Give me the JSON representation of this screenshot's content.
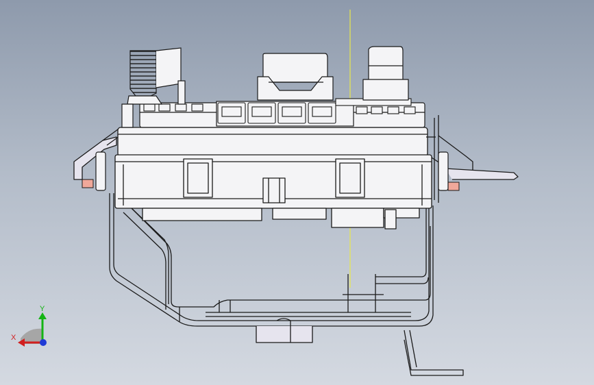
{
  "viewport": {
    "name": "cad-model-viewport",
    "background_top": "#8e9aac",
    "background_bottom": "#d4d9e1",
    "model_outline_color": "#1a1a1a",
    "model_fill_color": "#f4f4f6",
    "bracket_fill_color": "#e6e4ee",
    "axis_line_color": "#e8e84a",
    "grommet_color": "#f0a89a"
  },
  "triad": {
    "x_label": "X",
    "y_label": "Y",
    "x_color": "#d11f1f",
    "y_color": "#14b414",
    "z_color": "#1f3bd6"
  }
}
